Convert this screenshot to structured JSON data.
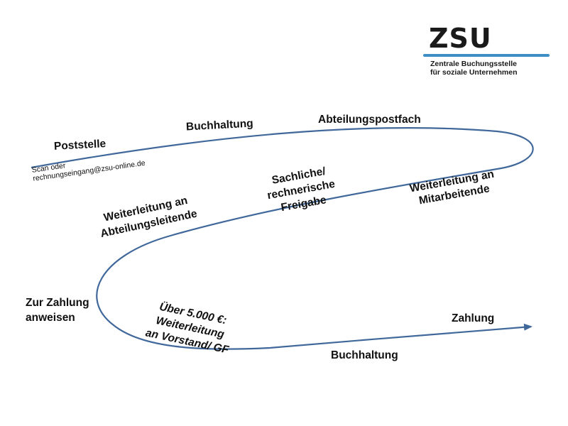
{
  "logo": {
    "name": "ZSU",
    "subtitle_line1": "Zentrale Buchungsstelle",
    "subtitle_line2": "für soziale Unternehmen",
    "accent_color": "#3e8ec6"
  },
  "flow": {
    "line_color": "#41689a",
    "steps": {
      "poststelle": "Poststelle",
      "scan_line1": "Scan oder",
      "scan_line2": "rechnungseingang@zsu-online.de",
      "buchhaltung_1": "Buchhaltung",
      "abteilungspostfach": "Abteilungspostfach",
      "mitarbeitende_line1": "Weiterleitung an",
      "mitarbeitende_line2": "Mitarbeitende",
      "freigabe_line1": "Sachliche/",
      "freigabe_line2": "rechnerische",
      "freigabe_line3": "Freigabe",
      "abteilungsleitende_line1": "Weiterleitung an",
      "abteilungsleitende_line2": "Abteilungsleitende",
      "zahlung_anweisen_line1": "Zur Zahlung",
      "zahlung_anweisen_line2": "anweisen",
      "vorstand_line1": "Über 5.000 €:",
      "vorstand_line2": "Weiterleitung",
      "vorstand_line3": "an Vorstand/ GF",
      "buchhaltung_2": "Buchhaltung",
      "zahlung": "Zahlung"
    }
  }
}
